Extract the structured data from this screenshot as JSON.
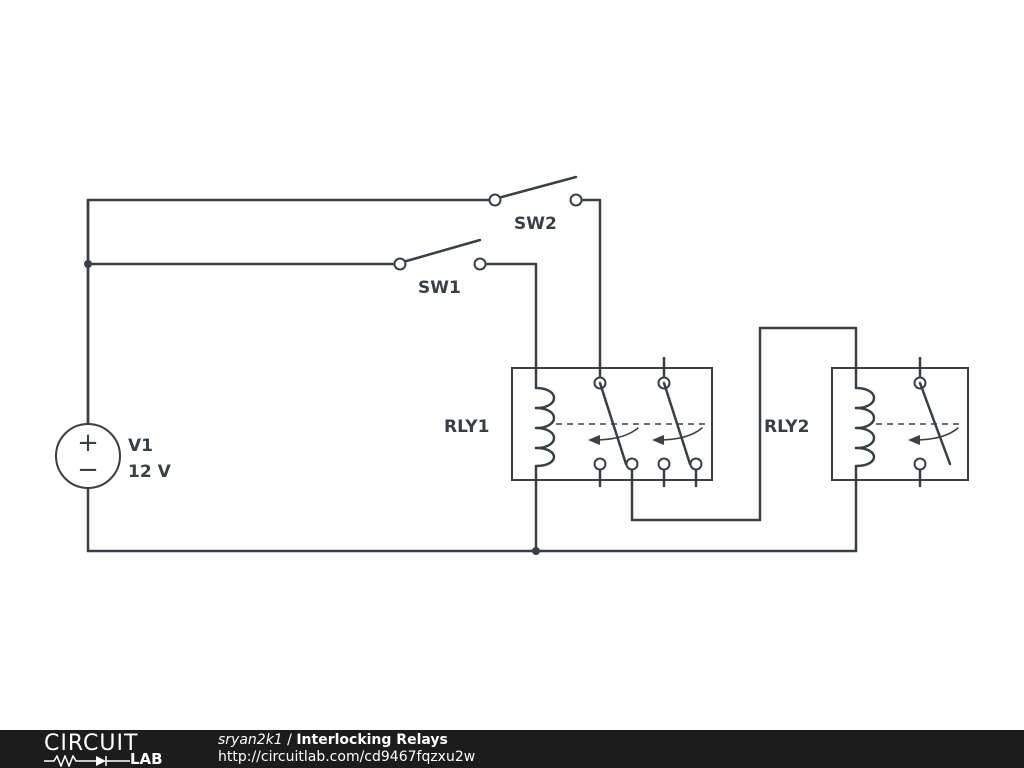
{
  "diagram": {
    "components": {
      "v1": {
        "name": "V1",
        "value": "12 V",
        "plus": "+",
        "minus": "−"
      },
      "sw1": {
        "name": "SW1"
      },
      "sw2": {
        "name": "SW2"
      },
      "rly1": {
        "name": "RLY1"
      },
      "rly2": {
        "name": "RLY2"
      }
    }
  },
  "footer": {
    "logo": {
      "line1": "CIRCUIT",
      "line2": "LAB"
    },
    "author": "sryan2k1",
    "separator": " / ",
    "title": "Interlocking Relays",
    "url": "http://circuitlab.com/cd9467fqzxu2w"
  }
}
